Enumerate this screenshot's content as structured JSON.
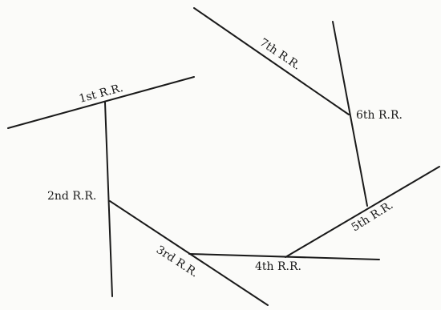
{
  "diagram": {
    "labels": {
      "first": "1st R.R.",
      "second": "2nd R.R.",
      "third": "3rd R.R.",
      "fourth": "4th R.R.",
      "fifth": "5th R.R.",
      "sixth": "6th R.R.",
      "seventh": "7th R.R."
    },
    "line_color": "#1a1a1a",
    "background_color": "#fbfbf9"
  }
}
